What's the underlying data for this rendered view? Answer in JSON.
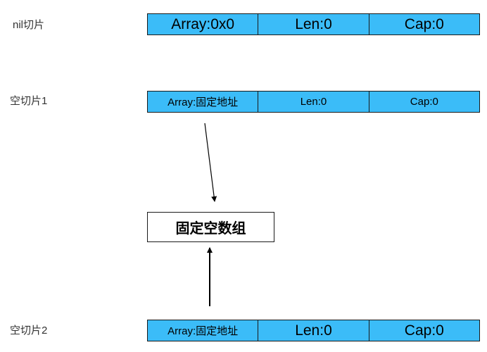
{
  "nil_slice": {
    "label": "nil切片",
    "array": "Array:0x0",
    "len": "Len:0",
    "cap": "Cap:0"
  },
  "empty_slice_1": {
    "label": "空切片1",
    "array": "Array:固定地址",
    "len": "Len:0",
    "cap": "Cap:0"
  },
  "fixed_array": {
    "label": "固定空数组"
  },
  "empty_slice_2": {
    "label": "空切片2",
    "array": "Array:固定地址",
    "len": "Len:0",
    "cap": "Cap:0"
  },
  "colors": {
    "struct_fill": "#3bbcf8",
    "border": "#1a1a1a"
  }
}
